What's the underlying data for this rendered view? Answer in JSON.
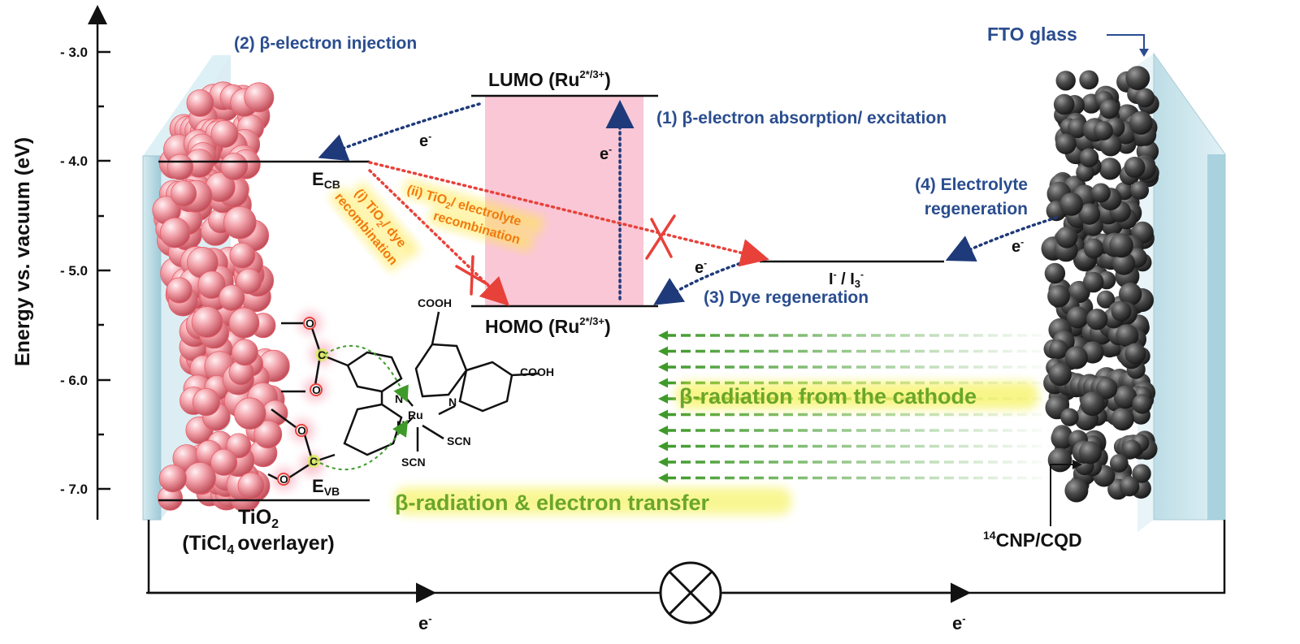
{
  "axis": {
    "label": "Energy vs. vacuum (eV)",
    "ticks": [
      "- 3.0",
      "- 4.0",
      "- 5.0",
      "- 6.0",
      "- 7.0"
    ]
  },
  "levels": {
    "ecb_main": "E",
    "ecb_sub": "CB",
    "evb_main": "E",
    "evb_sub": "VB",
    "lumo_main": "LUMO (Ru",
    "lumo_sup": "2*/3+",
    "lumo_close": ")",
    "homo_main": "HOMO (Ru",
    "homo_sup": "2*/3+",
    "homo_close": ")",
    "redox_a": "I",
    "redox_a_sup": "-",
    "redox_sep": " / I",
    "redox_sub": "3",
    "redox_b_sup": "-"
  },
  "steps": {
    "s1": "(1) β-electron absorption/ excitation",
    "s2": "(2) β-electron injection",
    "s3": "(3) Dye regeneration",
    "s4_line1": "(4) Electrolyte",
    "s4_line2": "regeneration"
  },
  "recombination": {
    "i_line1": "(i) TiO",
    "i_sub": "2",
    "i_line1b": "/ dye",
    "i_line2": "recombination",
    "ii_line1": "(ii) TiO",
    "ii_sub": "2",
    "ii_line1b": "/ electrolyte",
    "ii_line2": "recombination"
  },
  "electrons": {
    "e": "e",
    "sup": "-"
  },
  "labels": {
    "fto": "FTO glass",
    "tio2_main": "TiO",
    "tio2_sub": "2",
    "tio2_line2a": "(TiCl",
    "tio2_line2_sub": "4",
    "tio2_line2b": "overlayer)",
    "cnp_sup": "14",
    "cnp_main": "CNP/CQD",
    "beta_cathode": "β-radiation from the cathode",
    "beta_transfer": "β-radiation  &  electron transfer"
  },
  "molecule": {
    "cooh": "COOH",
    "ru": "Ru",
    "n": "N",
    "scn": "SCN",
    "o": "O",
    "c": "C"
  },
  "colors": {
    "navy": "#1f3a7a",
    "red": "#e8413a",
    "green": "#3f9a2a",
    "pink_band": "#f9c7d6",
    "tio2_sphere": "#e98a93",
    "cnp_sphere": "#3a3a3a",
    "glass": "#b9dbe6"
  }
}
